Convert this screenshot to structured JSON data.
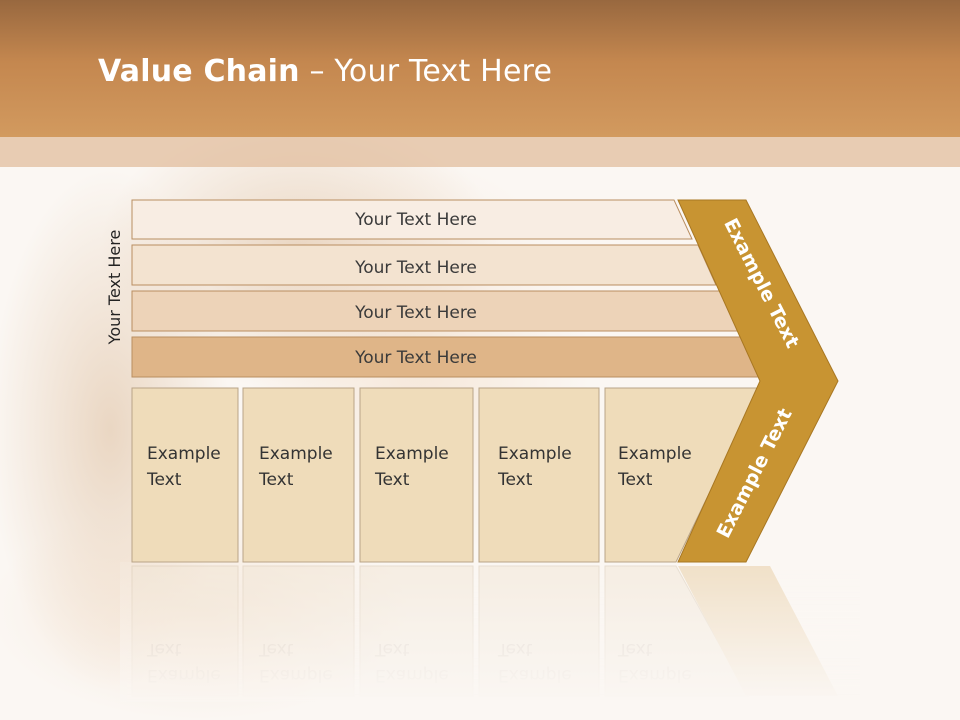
{
  "title": {
    "bold": "Value Chain",
    "rest": " – Your Text Here"
  },
  "side_label": "Your Text Here",
  "rows": [
    "Your Text Here",
    "Your Text Here",
    "Your Text Here",
    "Your Text Here"
  ],
  "columns": [
    {
      "line1": "Example",
      "line2": "Text"
    },
    {
      "line1": "Example",
      "line2": "Text"
    },
    {
      "line1": "Example",
      "line2": "Text"
    },
    {
      "line1": "Example",
      "line2": "Text"
    },
    {
      "line1": "Example",
      "line2": "Text"
    }
  ],
  "arrow": {
    "upper": "Example Text",
    "lower": "Example Text"
  },
  "colors": {
    "header": "#c4874f",
    "arrow": "#c89432",
    "row_fills": [
      "#f8ede3",
      "#f3e3d0",
      "#edd3b8",
      "#dfb588"
    ],
    "column_fill": "#efdcba"
  }
}
